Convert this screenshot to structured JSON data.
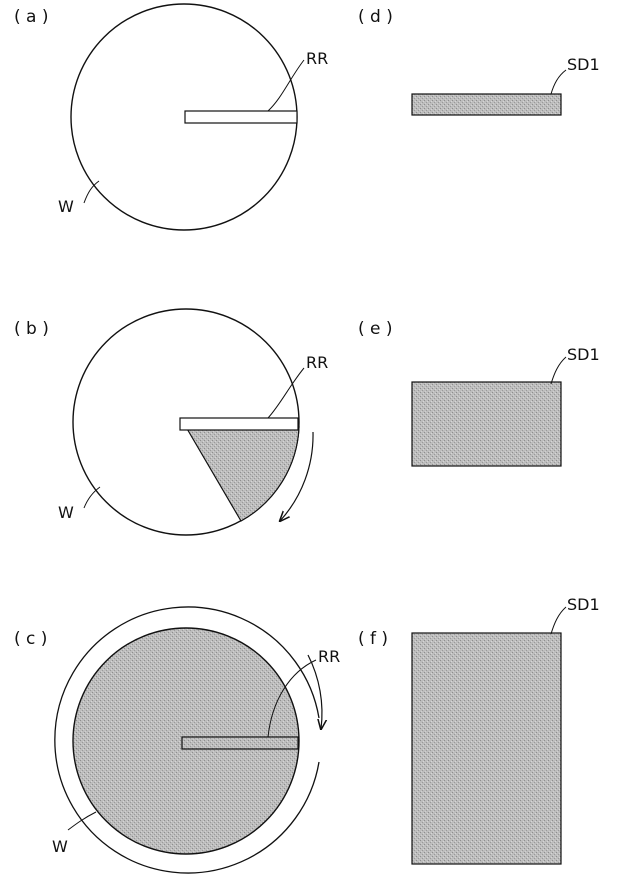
{
  "colors": {
    "stroke": "#111111",
    "shade": "#b4b4b4",
    "background": "#ffffff"
  },
  "panels": {
    "a": {
      "label": "( a )",
      "wafer_label": "W",
      "device_label": "RR"
    },
    "b": {
      "label": "( b )",
      "wafer_label": "W",
      "device_label": "RR"
    },
    "c": {
      "label": "( c )",
      "wafer_label": "W",
      "device_label": "RR"
    },
    "d": {
      "label": "( d )",
      "film_label": "SD1"
    },
    "e": {
      "label": "( e )",
      "film_label": "SD1"
    },
    "f": {
      "label": "( f )",
      "film_label": "SD1"
    }
  }
}
